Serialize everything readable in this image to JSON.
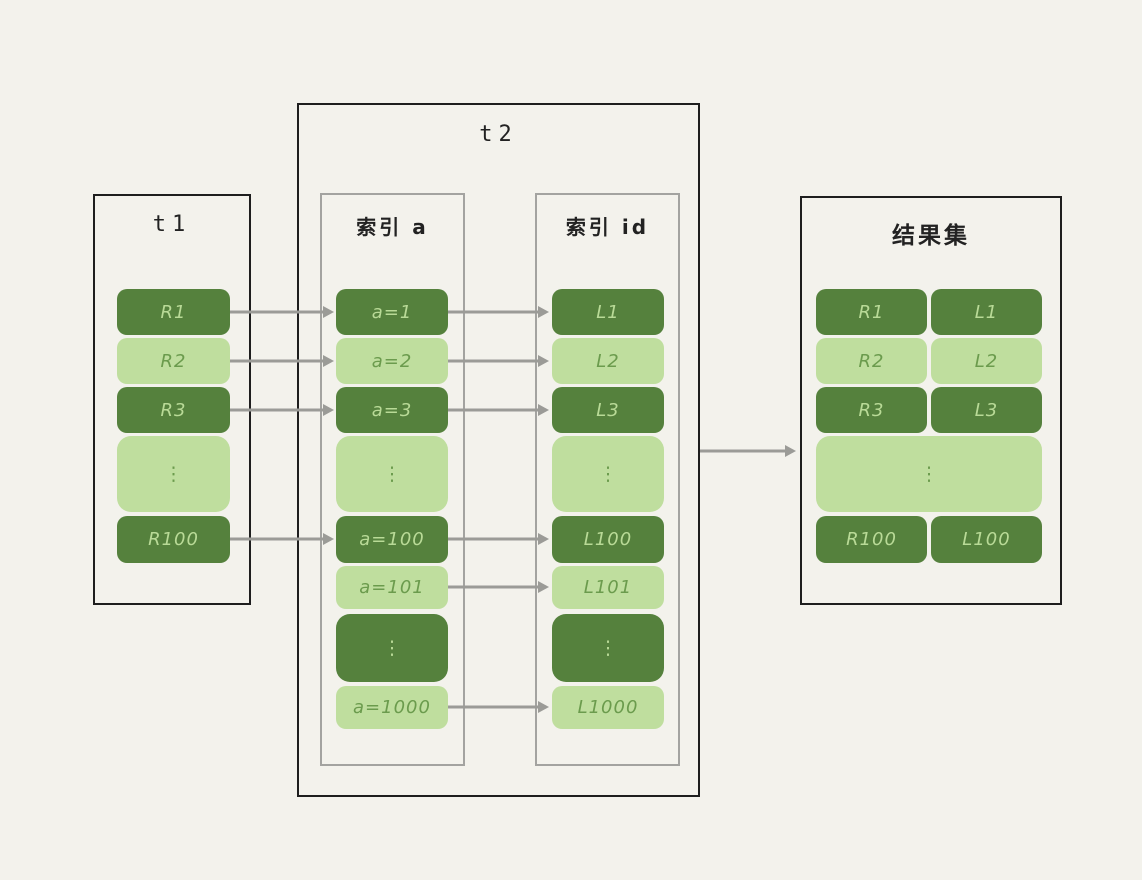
{
  "colors": {
    "background": "#f3f2ec",
    "dark_green": "#55813d",
    "light_green": "#bfde9e",
    "text_on_dark": "#b9da97",
    "text_on_light": "#6b9b4d",
    "outer_border": "#1e1e1e",
    "inner_border": "#a3a3a0",
    "arrow": "#9b9b97",
    "title_text": "#222222"
  },
  "t1": {
    "title": "t1",
    "rows": [
      {
        "label": "R1",
        "variant": "dark"
      },
      {
        "label": "R2",
        "variant": "light"
      },
      {
        "label": "R3",
        "variant": "dark"
      },
      {
        "label": "⋮",
        "variant": "light"
      },
      {
        "label": "R100",
        "variant": "dark"
      }
    ]
  },
  "t2": {
    "title": "t2",
    "index_a": {
      "title": "索引 a",
      "rows": [
        {
          "label": "a=1",
          "variant": "dark"
        },
        {
          "label": "a=2",
          "variant": "light"
        },
        {
          "label": "a=3",
          "variant": "dark"
        },
        {
          "label": "⋮",
          "variant": "light"
        },
        {
          "label": "a=100",
          "variant": "dark"
        },
        {
          "label": "a=101",
          "variant": "light"
        },
        {
          "label": "⋮",
          "variant": "dark"
        },
        {
          "label": "a=1000",
          "variant": "light"
        }
      ]
    },
    "index_id": {
      "title": "索引 id",
      "rows": [
        {
          "label": "L1",
          "variant": "dark"
        },
        {
          "label": "L2",
          "variant": "light"
        },
        {
          "label": "L3",
          "variant": "dark"
        },
        {
          "label": "⋮",
          "variant": "light"
        },
        {
          "label": "L100",
          "variant": "dark"
        },
        {
          "label": "L101",
          "variant": "light"
        },
        {
          "label": "⋮",
          "variant": "dark"
        },
        {
          "label": "L1000",
          "variant": "light"
        }
      ]
    }
  },
  "result": {
    "title": "结果集",
    "rows": [
      {
        "left": "R1",
        "right": "L1",
        "variant": "dark"
      },
      {
        "left": "R2",
        "right": "L2",
        "variant": "light"
      },
      {
        "left": "R3",
        "right": "L3",
        "variant": "dark"
      },
      {
        "label": "⋮",
        "variant": "light"
      },
      {
        "left": "R100",
        "right": "L100",
        "variant": "dark"
      }
    ]
  }
}
